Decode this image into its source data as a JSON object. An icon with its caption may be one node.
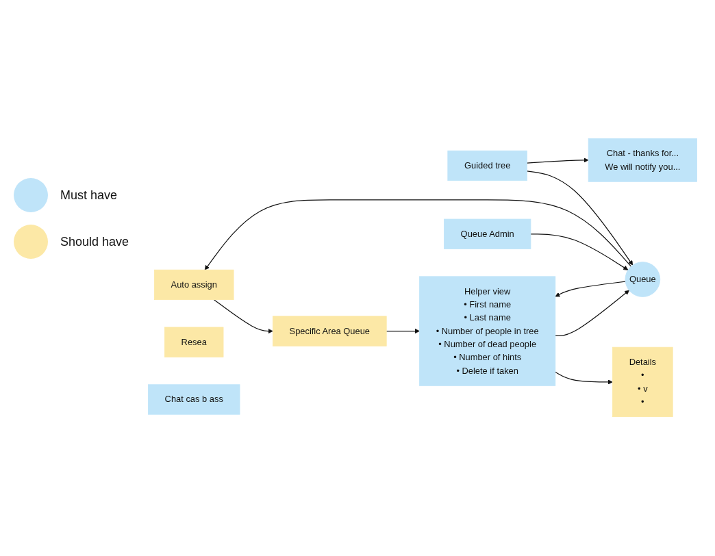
{
  "diagram": {
    "nodes": [
      {
        "text": [
          "Auto assign"
        ]
      },
      {
        "text": [
          "Specific Area Queue"
        ]
      },
      {
        "text": [
          "Resea"
        ]
      },
      {
        "text": [
          "Guided tree"
        ]
      },
      {
        "text": [
          "Queue"
        ]
      },
      {
        "text": [
          "Helper view",
          "• First name",
          "• Last name",
          "• Number of people in tree",
          "• Number of dead people",
          "• Number of hints",
          "• Delete if taken"
        ]
      },
      {
        "text": [
          "Details",
          "•",
          "• v",
          "•"
        ]
      },
      {
        "text": [
          "Chat - thanks for...",
          "We will notify you..."
        ]
      },
      {
        "text": [
          "Queue Admin"
        ]
      },
      {
        "text": [
          "Chat cas b ass"
        ]
      }
    ],
    "edges": [
      {
        "from": 3,
        "to": 4,
        "arrow": "to"
      },
      {
        "from": 3,
        "to": 7,
        "arrow": "to"
      },
      {
        "from": 4,
        "to": 0,
        "arrow": "to"
      },
      {
        "from": 0,
        "to": 1,
        "arrow": "to"
      },
      {
        "from": 1,
        "to": 5,
        "arrow": "to"
      },
      {
        "from": 4,
        "to": 5,
        "arrow": "to"
      },
      {
        "from": 5,
        "to": 6,
        "arrow": "to"
      },
      {
        "from": 5,
        "to": 4,
        "arrow": "to"
      },
      {
        "from": 8,
        "to": 4,
        "arrow": "to"
      }
    ],
    "legend": [
      {
        "text": "Must have",
        "color": "#bfe4f9"
      },
      {
        "text": "Should have",
        "color": "#fce8a6"
      }
    ]
  }
}
